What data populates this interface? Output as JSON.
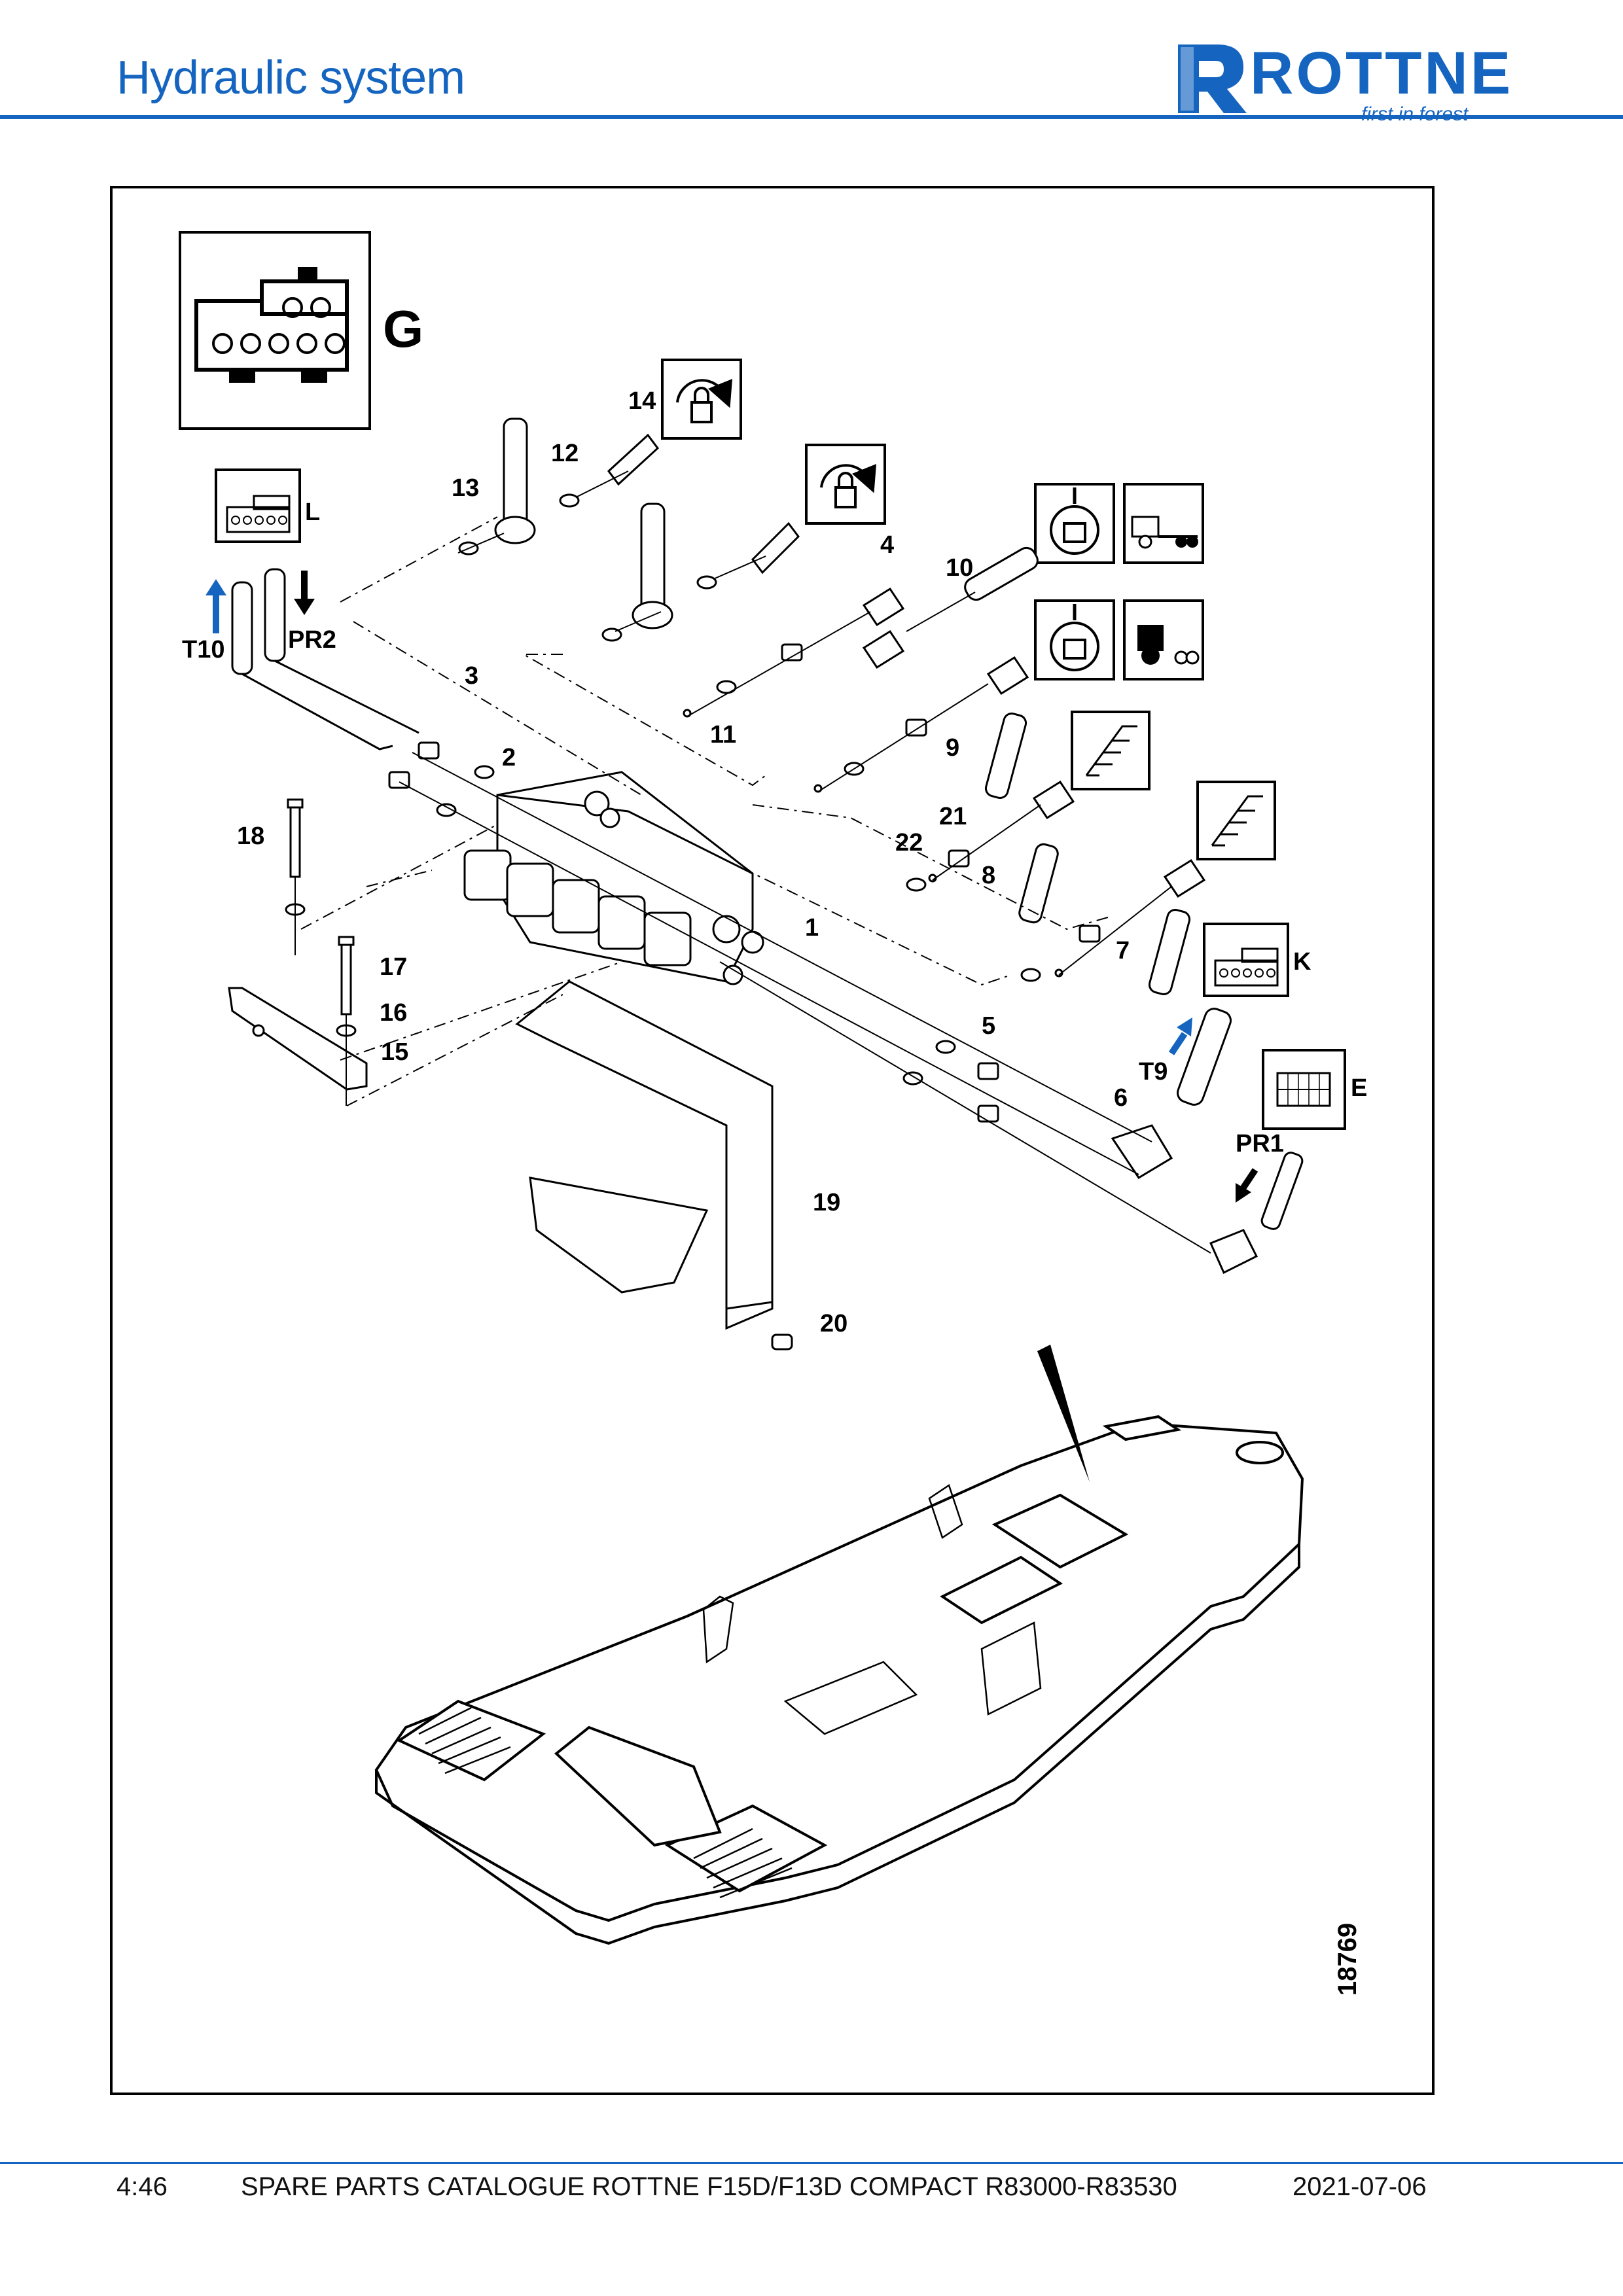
{
  "header": {
    "title": "Hydraulic system"
  },
  "logo": {
    "name": "ROTTNE",
    "tagline": "first in forest",
    "color": "#1565c0"
  },
  "diagram": {
    "figure_number": "18769",
    "connector_labels": {
      "g": "G",
      "l": "L",
      "k": "K",
      "e": "E"
    },
    "port_labels": {
      "t10": "T10",
      "pr2": "PR2",
      "t9": "T9",
      "pr1": "PR1"
    },
    "callouts": [
      "1",
      "2",
      "3",
      "4",
      "5",
      "6",
      "7",
      "8",
      "9",
      "10",
      "11",
      "12",
      "13",
      "14",
      "15",
      "16",
      "17",
      "18",
      "19",
      "20",
      "21",
      "22"
    ],
    "icons": [
      "connector-6pin-icon",
      "rotation-lock-icon",
      "brake-lock-icon",
      "trailer-icon",
      "tractor-icon",
      "ladder-icon",
      "connector-10pin-icon",
      "flow-arrow-icon"
    ]
  },
  "footer": {
    "page": "4:46",
    "catalogue": "SPARE PARTS CATALOGUE ROTTNE F15D/F13D COMPACT R83000-R83530",
    "date": "2021-07-06"
  },
  "colors": {
    "accent": "#1565c0",
    "line": "#000000"
  }
}
